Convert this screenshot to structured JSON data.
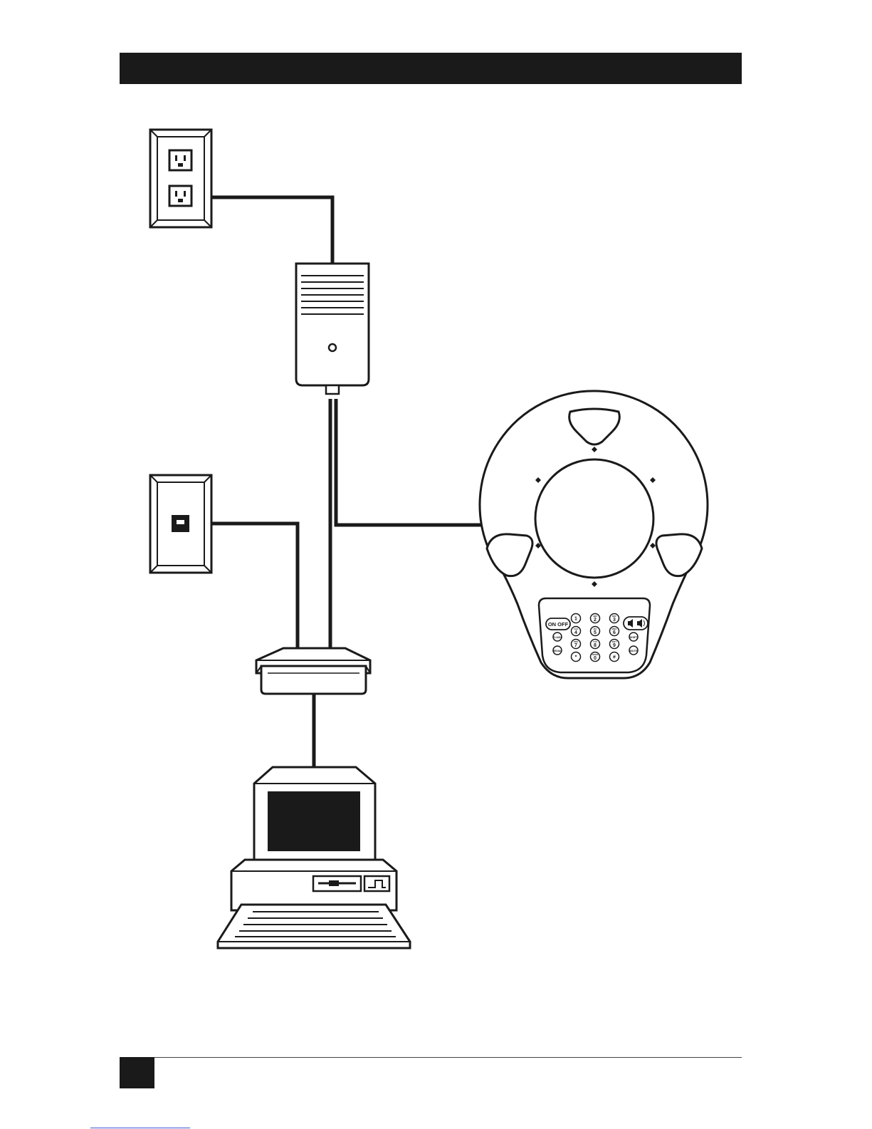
{
  "colors": {
    "ink": "#1a1a1a",
    "paper": "#ffffff",
    "link": "#3b5bd6"
  },
  "keypad": {
    "on_off": "ON OFF",
    "flash": "FLASH",
    "redial": "REDIAL",
    "shift": "SHIFT",
    "mute": "MUTE",
    "digits": [
      "1",
      "2",
      "3",
      "4",
      "5",
      "6",
      "7",
      "8",
      "9",
      "*",
      "0",
      "#"
    ],
    "letters": [
      "",
      "ABC",
      "DEF",
      "GHI",
      "JKL",
      "MNO",
      "PRS",
      "TUV",
      "WXY",
      "",
      "OPER",
      ""
    ]
  }
}
